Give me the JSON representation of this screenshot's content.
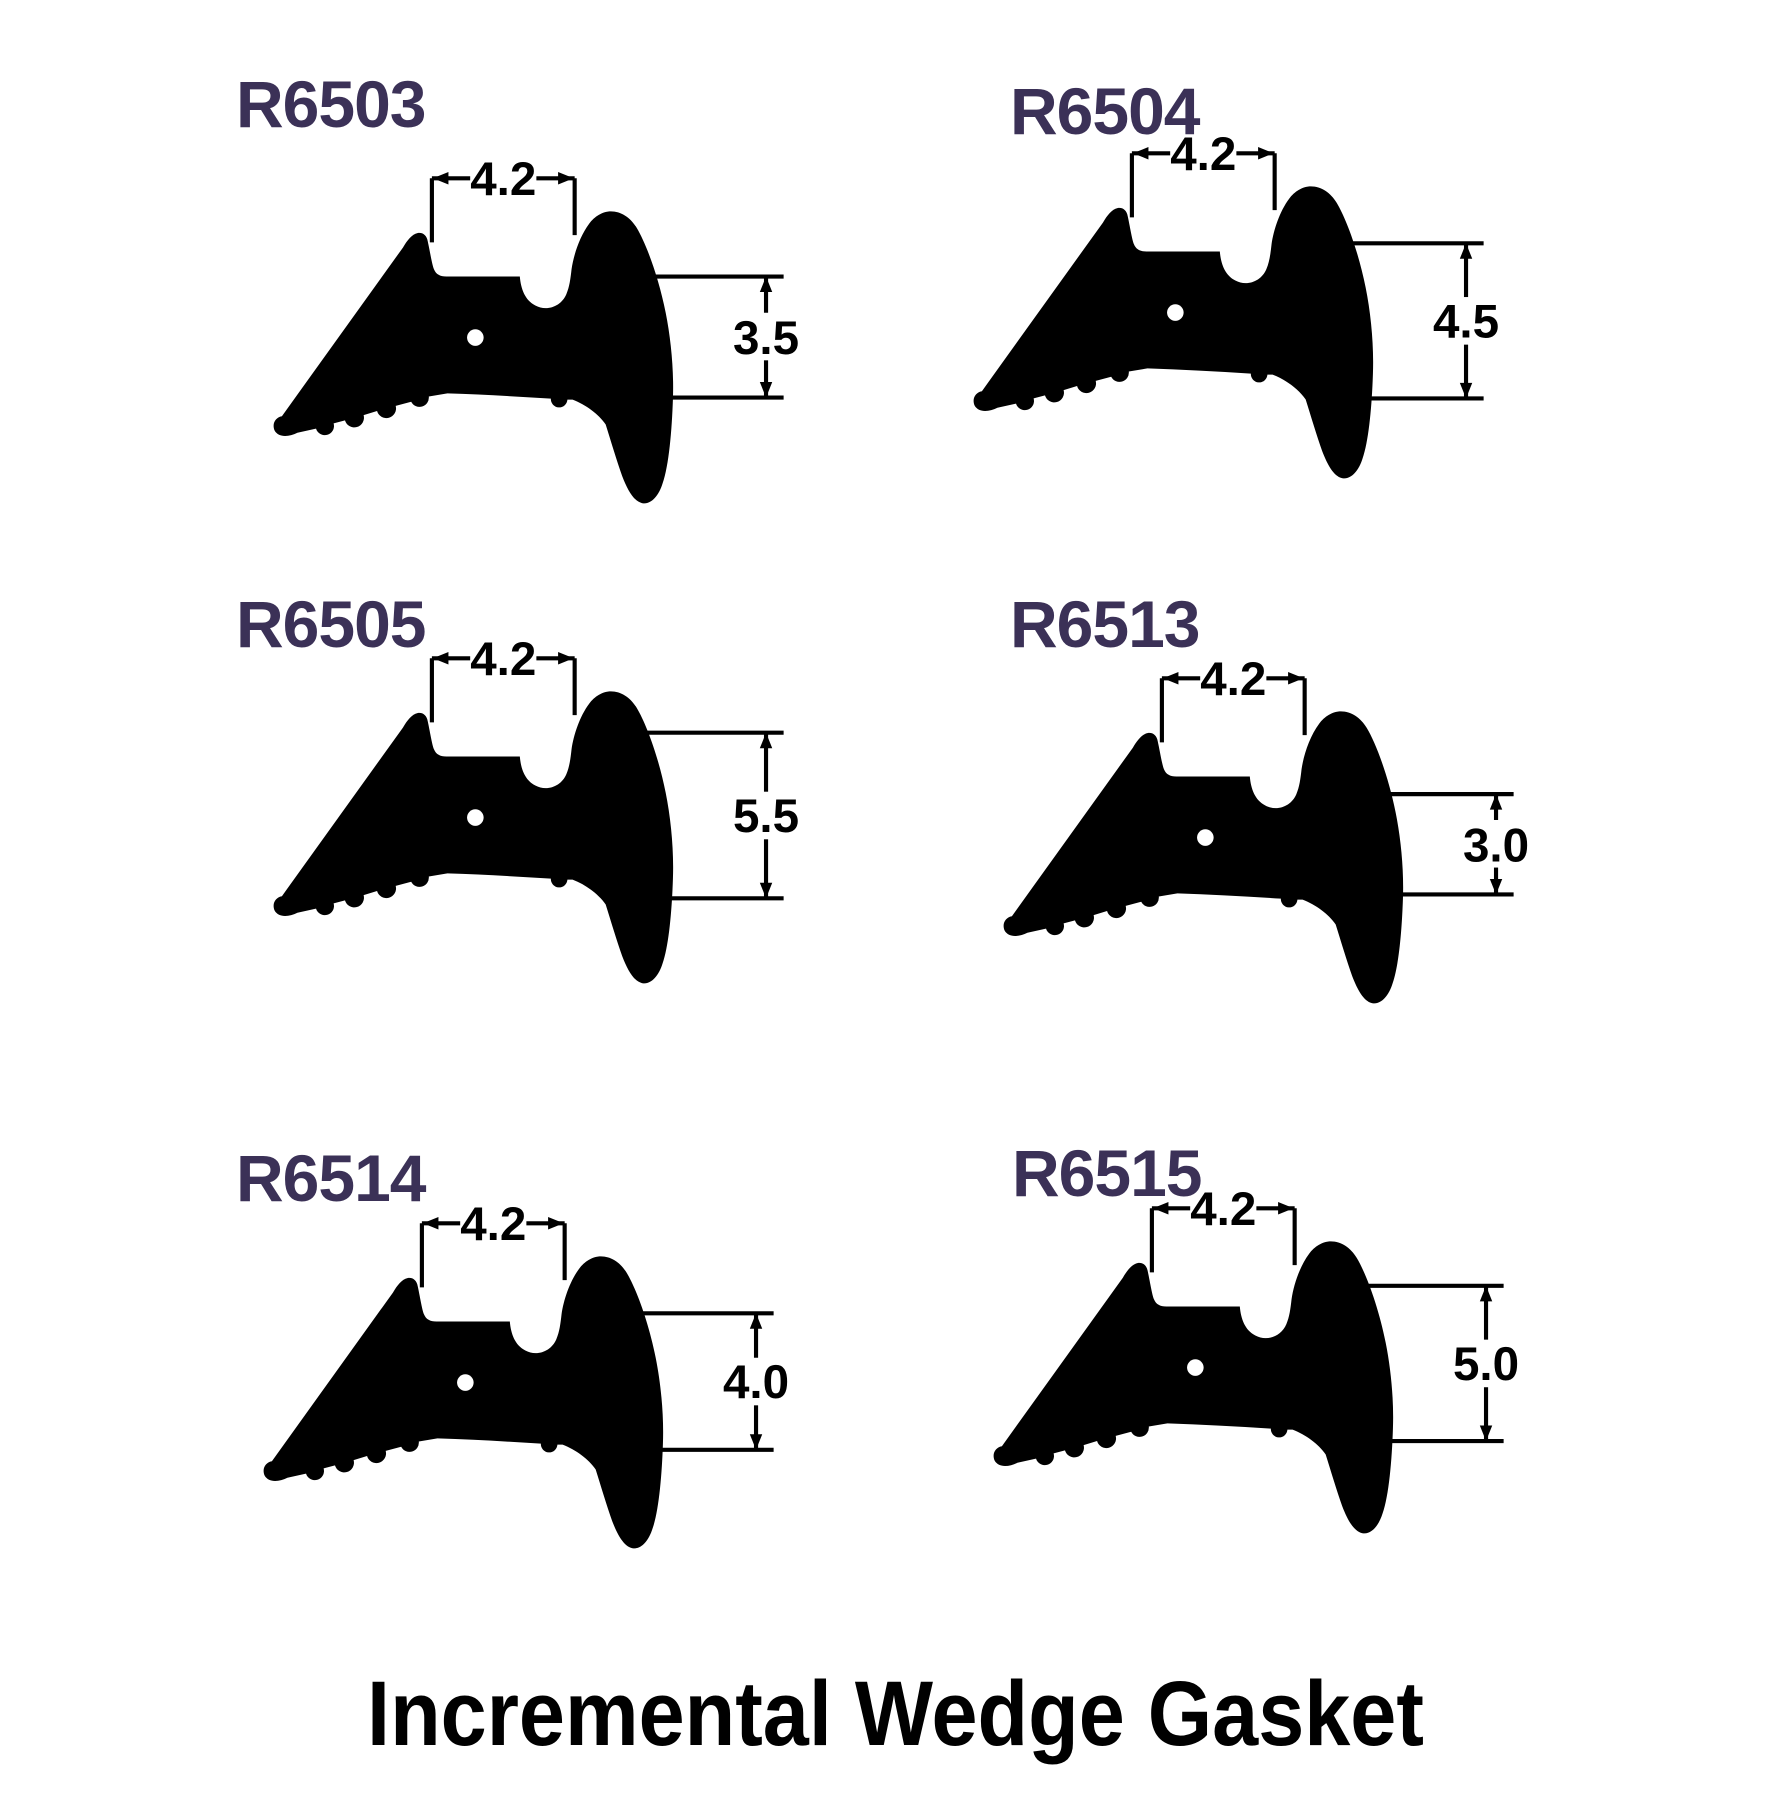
{
  "page": {
    "background_color": "#ffffff",
    "footer_title": "Incremental Wedge Gasket",
    "label_color": "#3b3157",
    "drawing_color": "#000000"
  },
  "gaskets": [
    {
      "code": "R6503",
      "top_width": "4.2",
      "side_height": "3.5"
    },
    {
      "code": "R6504",
      "top_width": "4.2",
      "side_height": "4.5"
    },
    {
      "code": "R6505",
      "top_width": "4.2",
      "side_height": "5.5"
    },
    {
      "code": "R6513",
      "top_width": "4.2",
      "side_height": "3.0"
    },
    {
      "code": "R6514",
      "top_width": "4.2",
      "side_height": "4.0"
    },
    {
      "code": "R6515",
      "top_width": "4.2",
      "side_height": "5.0"
    }
  ]
}
